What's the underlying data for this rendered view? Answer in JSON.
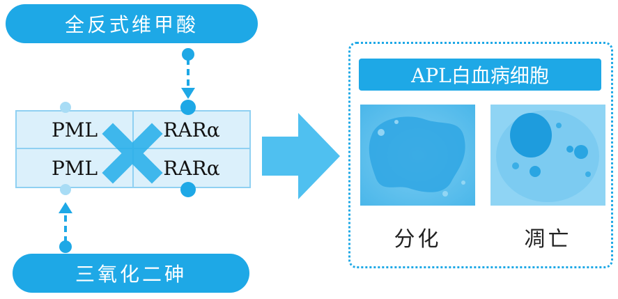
{
  "drugs": {
    "top": "全反式维甲酸",
    "bottom": "三氧化二砷"
  },
  "fusion": {
    "row1": {
      "left": "PML",
      "right": "RARα"
    },
    "row2": {
      "left": "PML",
      "right": "RARα"
    }
  },
  "result": {
    "title": "APL白血病细胞",
    "left_caption": "分化",
    "right_caption": "凋亡"
  },
  "colors": {
    "accent": "#1ea8e6",
    "cell_fill": "#dbf0fb",
    "light_dot": "#a8dcf5"
  },
  "icons": [
    "cross-icon",
    "right-arrow-icon",
    "dashed-arrow-down-icon",
    "dashed-arrow-up-icon"
  ]
}
